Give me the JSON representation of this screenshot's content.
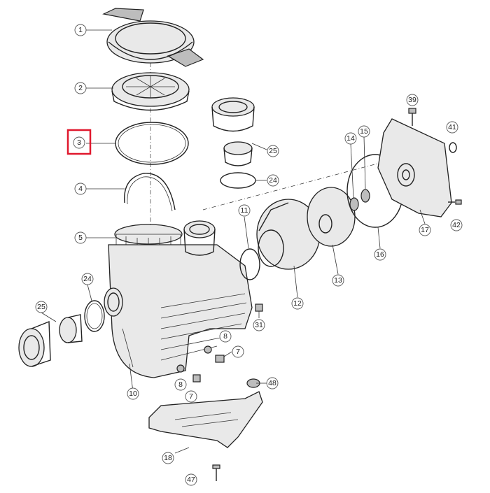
{
  "highlight_color": "#e0182d",
  "highlighted_callout": "3",
  "callouts": {
    "c1": "1",
    "c2": "2",
    "c3": "3",
    "c4": "4",
    "c5": "5",
    "c24a": "24",
    "c24b": "24",
    "c25a": "25",
    "c25b": "25",
    "c10": "10",
    "c11": "11",
    "c12": "12",
    "c13": "13",
    "c14": "14",
    "c15": "15",
    "c16": "16",
    "c17": "17",
    "c18": "18",
    "c31": "31",
    "c39": "39",
    "c41": "41",
    "c42": "42",
    "c47": "47",
    "c48": "48",
    "c7a": "7",
    "c7b": "7",
    "c8a": "8",
    "c8b": "8"
  }
}
